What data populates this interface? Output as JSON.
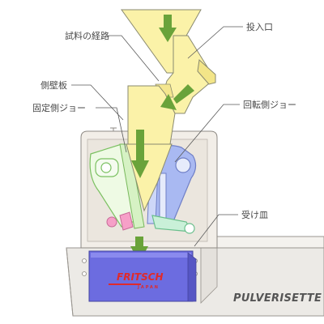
{
  "labels": {
    "hopper": "投入口",
    "sample_path": "試料の経路",
    "side_wall": "側壁板",
    "fixed_jaw": "固定側ジョー",
    "moving_jaw": "回転側ジョー",
    "receiver": "受け皿"
  },
  "product": {
    "name": "PULVERISETTE",
    "logo": "FRITSCH",
    "logo_sub": "JAPAN"
  },
  "colors": {
    "hopper_fill": "#fbf2a8",
    "hopper_stroke": "#8a8a70",
    "arrow_fill": "#6aa33a",
    "housing_fill": "#f2eee8",
    "base_fill": "#eceae6",
    "receiver_fill": "#6c6ce0",
    "moving_jaw_fill": "#a9b9f2",
    "side_wall_fill": "#e2f6d2",
    "lever_fill": "#c9f0d8",
    "pink_part": "#f6a0c8",
    "logo_red": "#e02a2a"
  }
}
